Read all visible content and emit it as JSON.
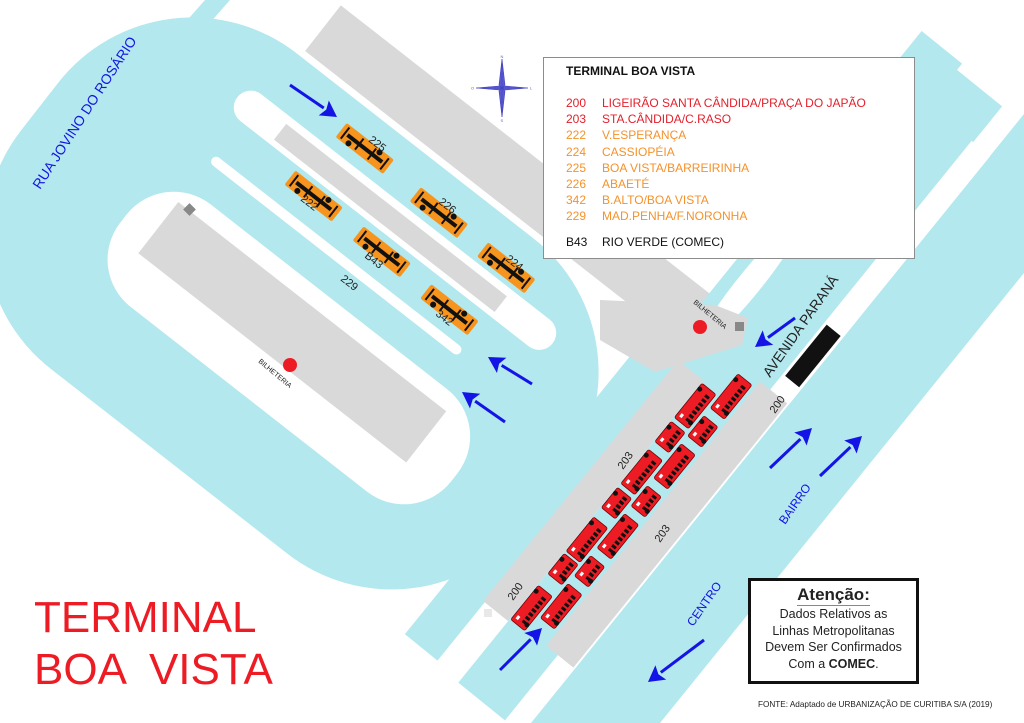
{
  "title": {
    "line1": "TERMINAL",
    "line2": "BOA  VISTA"
  },
  "streets": {
    "left": "RUA  JOVINO DO ROSÁRIO",
    "avenida": "AVENIDA   PARANÁ",
    "centro": "CENTRO",
    "bairro": "BAIRRO"
  },
  "compass": {
    "n": "N",
    "s": "S",
    "o": "O",
    "l": "L"
  },
  "ticket_office": {
    "left": "BILHETERIA",
    "right": "BILHETERIA"
  },
  "map_labels": {
    "bus_225": "225",
    "bus_226": "226",
    "bus_224": "224",
    "bus_222": "222",
    "bus_b43": "B43",
    "bus_342": "342",
    "lane_229": "229",
    "lane_203_a": "203",
    "lane_203_b": "203",
    "lane_200_a": "200",
    "lane_200_b": "200"
  },
  "legend": {
    "title": "TERMINAL BOA VISTA",
    "items": [
      {
        "code": "200",
        "name": "LIGEIRÃO SANTA CÂNDIDA/PRAÇA DO JAPÃO",
        "color": "#e4202b"
      },
      {
        "code": "203",
        "name": "STA.CÂNDIDA/C.RASO",
        "color": "#e4202b"
      },
      {
        "code": "222",
        "name": "V.ESPERANÇA",
        "color": "#f5922a"
      },
      {
        "code": "224",
        "name": "CASSIOPÉIA",
        "color": "#f5922a"
      },
      {
        "code": "225",
        "name": "BOA VISTA/BARREIRINHA",
        "color": "#f5922a"
      },
      {
        "code": "226",
        "name": "ABAETÉ",
        "color": "#f5922a"
      },
      {
        "code": "342",
        "name": "B.ALTO/BOA VISTA",
        "color": "#f5922a"
      },
      {
        "code": "229",
        "name": "MAD.PENHA/F.NORONHA",
        "color": "#f5922a"
      },
      {
        "code": "B43",
        "name": "RIO VERDE   (COMEC)",
        "color": "#111111"
      }
    ]
  },
  "attention": {
    "heading": "Atenção:",
    "line1": "Dados Relativos as",
    "line2": "Linhas Metropolitanas",
    "line3": "Devem Ser Confirmados",
    "line4_prefix": "Com a ",
    "line4_bold": "COMEC",
    "line4_suffix": "."
  },
  "footer": "FONTE: Adaptado de URBANIZAÇÃO DE CURITIBA S/A (2019)",
  "colors": {
    "road": "#b3e8ee",
    "platform": "#d9d9d9",
    "orange_bus": "#f7941d",
    "red_bus": "#ed1c24",
    "arrow": "#1414e6",
    "title": "#ed1c24"
  }
}
